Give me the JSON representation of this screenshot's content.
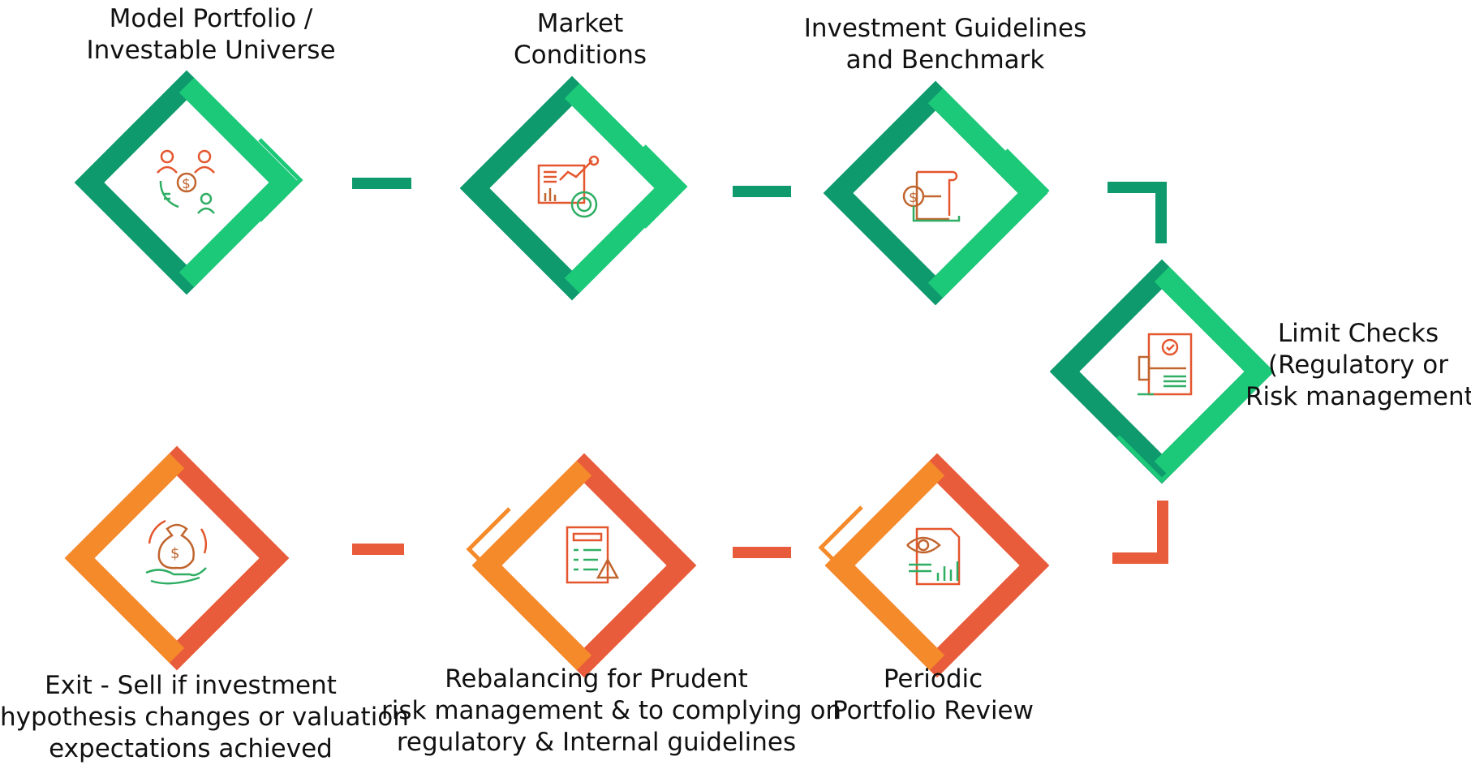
{
  "colors": {
    "green_dark": "#0e9a6c",
    "green_light": "#1cc979",
    "orange": "#f58a2a",
    "red_orange": "#e85c3b",
    "icon_orange": "#e4572e",
    "icon_green": "#2fae63"
  },
  "steps": [
    {
      "id": "model-portfolio",
      "lines": [
        "Model Portfolio /",
        "Investable Universe"
      ],
      "icon": "people-dollar-icon",
      "color": "green"
    },
    {
      "id": "market-conditions",
      "lines": [
        "Market",
        "Conditions"
      ],
      "icon": "market-chart-icon",
      "color": "green"
    },
    {
      "id": "investment-guidelines",
      "lines": [
        "Investment Guidelines",
        "and Benchmark"
      ],
      "icon": "scroll-dollar-icon",
      "color": "green"
    },
    {
      "id": "limit-checks",
      "lines": [
        "Limit Checks",
        "(Regulatory or",
        "Risk management)"
      ],
      "icon": "gavel-document-icon",
      "color": "green"
    },
    {
      "id": "periodic-review",
      "lines": [
        "Periodic",
        "Portfolio Review"
      ],
      "icon": "eye-report-icon",
      "color": "orange"
    },
    {
      "id": "rebalancing",
      "lines": [
        "Rebalancing for Prudent",
        "risk management & to complying on",
        "regulatory & Internal guidelines"
      ],
      "icon": "checklist-warning-icon",
      "color": "orange"
    },
    {
      "id": "exit",
      "lines": [
        "Exit -  Sell if investment",
        "hypothesis changes or valuation",
        "expectations achieved"
      ],
      "icon": "money-bag-hand-icon",
      "color": "orange"
    }
  ]
}
